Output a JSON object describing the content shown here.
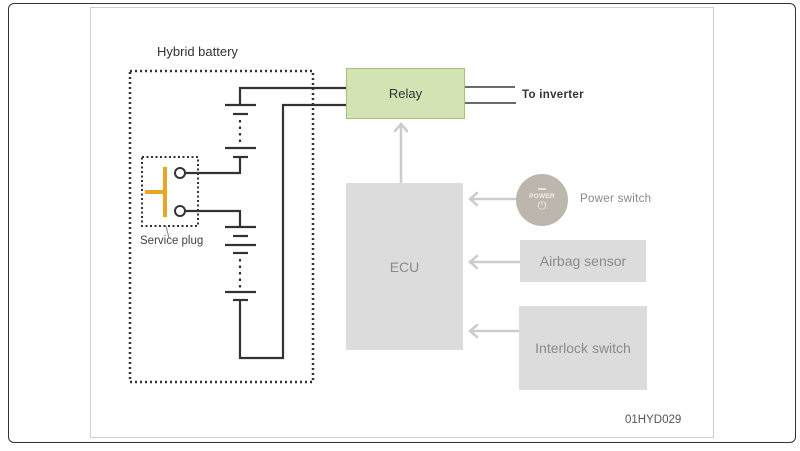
{
  "diagram": {
    "title": "Hybrid battery",
    "service_plug_label": "Service plug",
    "relay_label": "Relay",
    "inverter_label": "To inverter",
    "ecu_label": "ECU",
    "power_switch": {
      "button_text": "POWER",
      "icon": "power-icon",
      "label": "Power switch"
    },
    "airbag_label": "Airbag sensor",
    "interlock_label": "Interlock switch",
    "figure_code": "01HYD029",
    "colors": {
      "relay_fill": "#d4e3b4",
      "relay_border": "#a3c27a",
      "service_plug": "#e8a628",
      "component_fill": "#dcdcdc",
      "power_button": "#bcb6ac",
      "wire": "#333333",
      "signal_arrow": "#cccccc"
    }
  }
}
